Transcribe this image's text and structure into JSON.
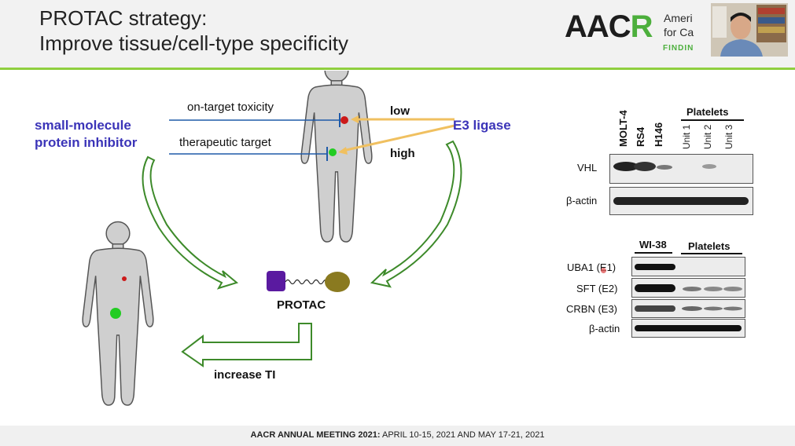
{
  "header": {
    "title_line1": "PROTAC strategy:",
    "title_line2": "Improve tissue/cell-type specificity",
    "logo_a": "AAC",
    "logo_b": "R",
    "org_line1": "Ameri",
    "org_line2": "for Ca",
    "tagline": "FINDIN"
  },
  "diagram": {
    "on_target_toxicity": "on-target toxicity",
    "therapeutic_target": "therapeutic target",
    "low": "low",
    "high": "high",
    "e3_ligase": "E3 ligase",
    "inhibitor_line1": "small-molecule",
    "inhibitor_line2": "protein inhibitor",
    "protac": "PROTAC",
    "increase_ti": "increase TI"
  },
  "blot1": {
    "lanes": [
      "MOLT-4",
      "RS4",
      "H146"
    ],
    "group_label": "Platelets",
    "units": [
      "Unit 1",
      "Unit 2",
      "Unit 3"
    ],
    "rows": [
      "VHL",
      "β-actin"
    ]
  },
  "blot2": {
    "group1": "WI-38",
    "group2": "Platelets",
    "rows": [
      "UBA1 (E1)",
      "SFT (E2)",
      "CRBN (E3)",
      "β-actin"
    ]
  },
  "footer": {
    "bold": "AACR ANNUAL MEETING 2021:",
    "rest": " APRIL 10-15, 2021 AND MAY 17-21, 2021"
  },
  "colors": {
    "accent_green": "#8fcf3f",
    "arrow_green": "#3d8a2a",
    "label_blue": "#3b34b8",
    "line_blue": "#1f5aa8",
    "arrow_gold": "#f0c060",
    "toxicity_red": "#cc1a1a",
    "target_green": "#22cc22",
    "warhead_purple": "#5a1aa0",
    "ligand_olive": "#8a7a20"
  }
}
